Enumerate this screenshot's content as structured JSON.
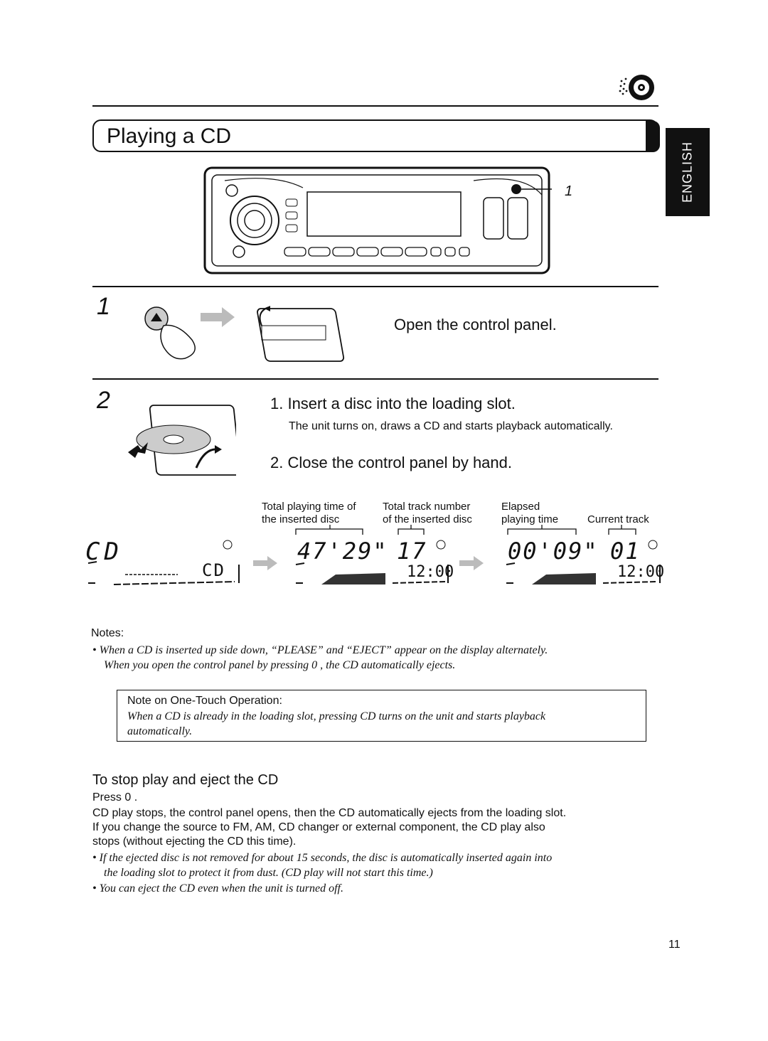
{
  "header": {
    "icon": "cd-icon",
    "title": "Playing a CD",
    "language_tab": "ENGLISH"
  },
  "diagram": {
    "callout": "1"
  },
  "step1": {
    "number": "1",
    "instruction": "Open the control panel."
  },
  "step2": {
    "number": "2",
    "item1": "1. Insert a disc into the loading slot.",
    "item1_detail": "The unit turns on, draws a CD and starts playback automatically.",
    "item2": "2. Close the control panel by hand."
  },
  "display_captions": {
    "total_time_l1": "Total playing time of",
    "total_time_l2": "the inserted disc",
    "total_tracks_l1": "Total track number",
    "total_tracks_l2": "of the inserted disc",
    "elapsed_l1": "Elapsed",
    "elapsed_l2": "playing time",
    "current_track": "Current track"
  },
  "displays": [
    {
      "main": "CD",
      "sub": "CD",
      "clock": ""
    },
    {
      "main": "47'29\"",
      "sub": "17",
      "clock": "12:00"
    },
    {
      "main": "00'09\"",
      "sub": "01",
      "clock": "12:00"
    }
  ],
  "notes": {
    "heading": "Notes:",
    "bullet1_l1": "When a CD is inserted up side down, “PLEASE” and “EJECT” appear on the display alternately.",
    "bullet1_l2": "When you open the control panel by pressing 0 , the CD automatically ejects."
  },
  "one_touch": {
    "heading": "Note on One-Touch Operation:",
    "text_l1": "When a CD is already in the loading slot, pressing CD turns on the unit and starts playback",
    "text_l2": "automatically."
  },
  "stop_eject": {
    "heading": "To stop play and eject the CD",
    "press": "Press 0 .",
    "para_l1": "CD play stops, the control panel opens, then the CD automatically ejects from the loading slot.",
    "para_l2": "If you change the source to FM, AM, CD changer or external component, the CD play also",
    "para_l3": "stops (without ejecting the CD this time).",
    "bullet1_l1": "If the ejected disc is not removed for about 15 seconds, the disc is automatically inserted again into",
    "bullet1_l2": "the loading slot to protect it from dust. (CD play will not start this time.)",
    "bullet2": "You can eject the CD even when the unit is turned off."
  },
  "page_number": "11"
}
